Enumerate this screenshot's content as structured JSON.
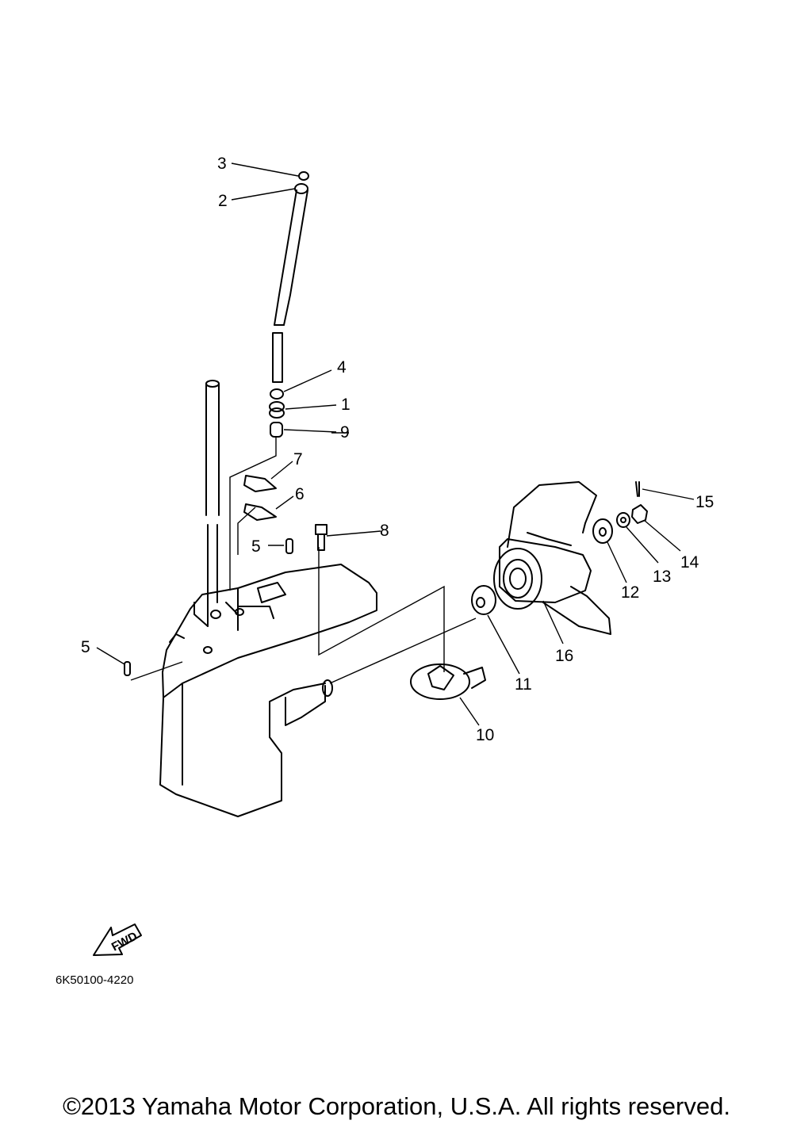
{
  "callouts": [
    "1",
    "2",
    "3",
    "4",
    "5",
    "5",
    "6",
    "7",
    "8",
    "9",
    "10",
    "11",
    "12",
    "13",
    "14",
    "15",
    "16"
  ],
  "direction_label": "FWD",
  "diagram_code": "6K50100-4220",
  "copyright": "©2013 Yamaha Motor Corporation, U.S.A. All rights reserved."
}
